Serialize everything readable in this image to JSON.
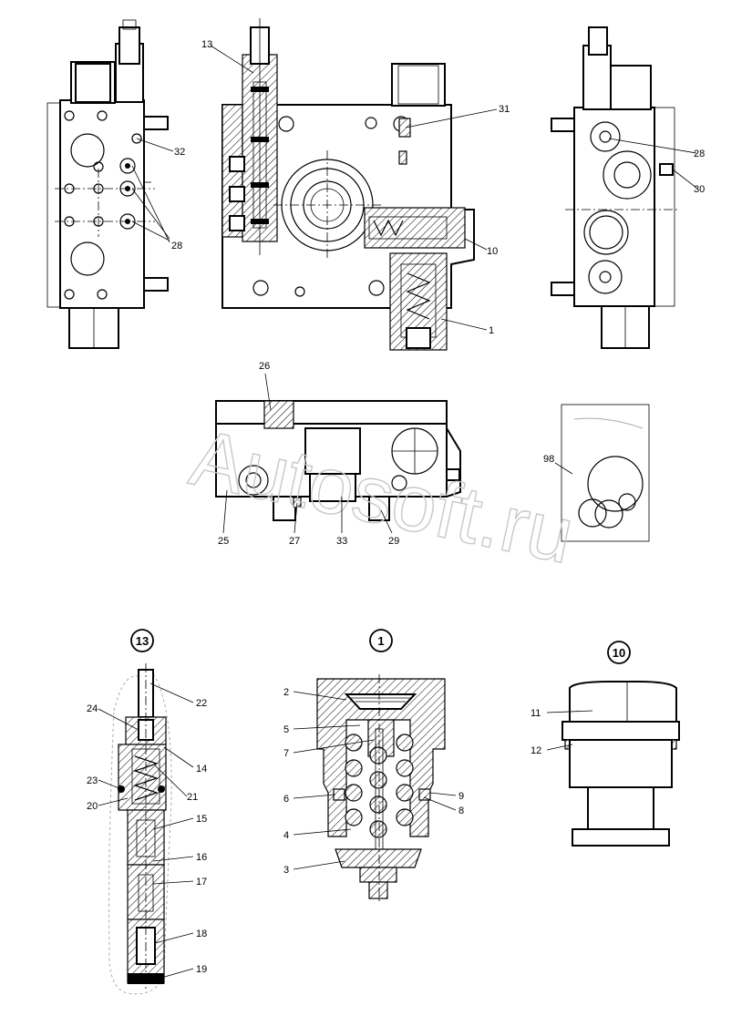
{
  "watermark": "Autosoft.ru",
  "callouts": {
    "detail_13": "13",
    "detail_1": "1",
    "detail_10": "10"
  },
  "part_labels": {
    "p13_top": "13",
    "p31": "31",
    "p32": "32",
    "p28_left": "28",
    "p28_right": "28",
    "p30": "30",
    "p10": "10",
    "p1": "1",
    "p26": "26",
    "p25": "25",
    "p27": "27",
    "p33": "33",
    "p29": "29",
    "p98": "98",
    "p22": "22",
    "p24": "24",
    "p14": "14",
    "p23": "23",
    "p21": "21",
    "p20": "20",
    "p15": "15",
    "p16": "16",
    "p17": "17",
    "p18": "18",
    "p19": "19",
    "p2": "2",
    "p5": "5",
    "p7": "7",
    "p6": "6",
    "p9": "9",
    "p8": "8",
    "p4": "4",
    "p3": "3",
    "p11": "11",
    "p12": "12"
  }
}
